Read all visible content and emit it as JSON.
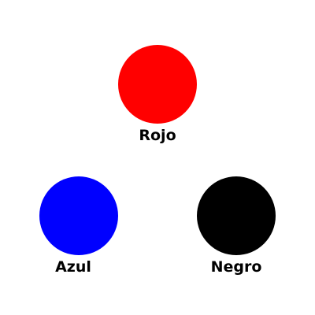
{
  "colors": [
    {
      "label": "Rojo",
      "hex": "#ff0000"
    },
    {
      "label": "Azul",
      "hex": "#0000ff"
    },
    {
      "label": "Negro",
      "hex": "#000000"
    }
  ]
}
